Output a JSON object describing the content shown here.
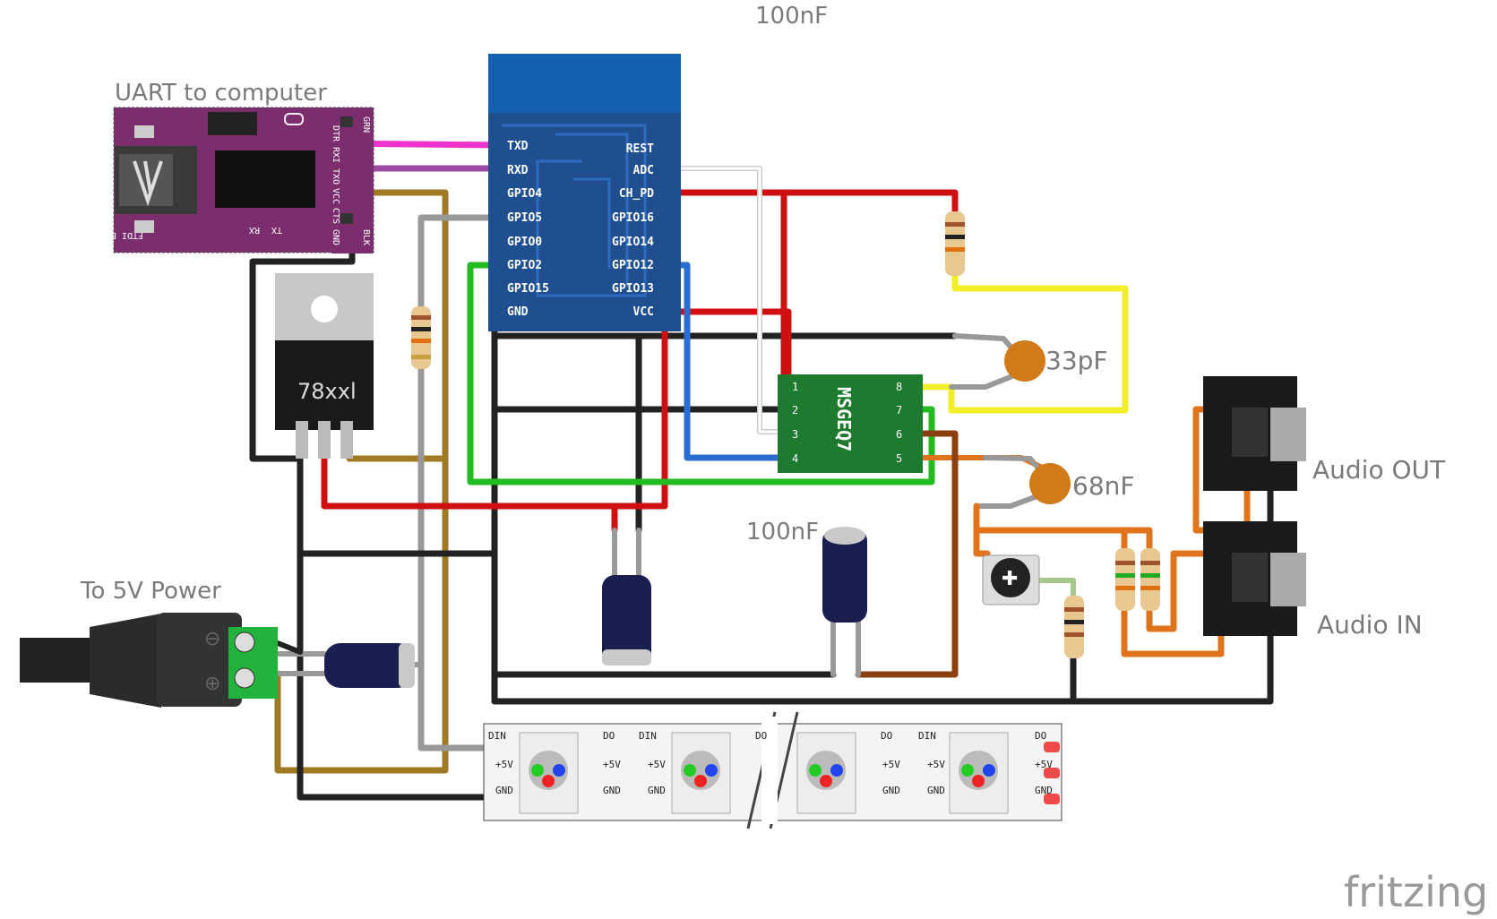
{
  "labels": {
    "cap_top": "100nF",
    "uart": "UART to computer",
    "power": "To 5V Power",
    "cap_33": "33pF",
    "cap_68": "68nF",
    "cap_mid": "100nF",
    "audio_out": "Audio OUT",
    "audio_in": "Audio IN",
    "brand": "fritzing"
  },
  "ftdi": {
    "title": "FTDI Basic",
    "pins": [
      "GRN",
      "RXI",
      "TXO",
      "VCC",
      "CTS",
      "BLK"
    ],
    "side_pins": [
      "DTR",
      "RXI",
      "TXO",
      "VCC",
      "CTS",
      "GND"
    ],
    "tx": "TX",
    "rx": "RX"
  },
  "esp": {
    "left_pins": [
      "TXD",
      "RXD",
      "GPIO4",
      "GPIO5",
      "GPIO0",
      "GPIO2",
      "GPIO15",
      "GND"
    ],
    "right_pins": [
      "REST",
      "ADC",
      "CH_PD",
      "GPIO16",
      "GPIO14",
      "GPIO12",
      "GPIO13",
      "VCC"
    ]
  },
  "regulator": {
    "label": "78xxl"
  },
  "msgeq7": {
    "label": "MSGEQ7",
    "pins_left": [
      "1",
      "2",
      "3",
      "4"
    ],
    "pins_right": [
      "8",
      "7",
      "6",
      "5"
    ]
  },
  "strip": {
    "din": "DIN",
    "do": "DO",
    "v5": "+5V",
    "gnd": "GND"
  },
  "colors": {
    "ftdi_board": "#7b2d6e",
    "esp_board": "#1f4f8f",
    "msgeq7_board": "#1d7a2e",
    "wire_red": "#d01010",
    "wire_black": "#222222",
    "wire_green": "#22bb22",
    "wire_yellow": "#f2ef2a",
    "wire_orange": "#e0741a",
    "wire_brown": "#8a4010",
    "wire_gold": "#a07a20",
    "wire_gray": "#999999",
    "wire_blue": "#2a6fd0",
    "wire_pink": "#ee33cc",
    "wire_purple": "#a04aa8"
  }
}
